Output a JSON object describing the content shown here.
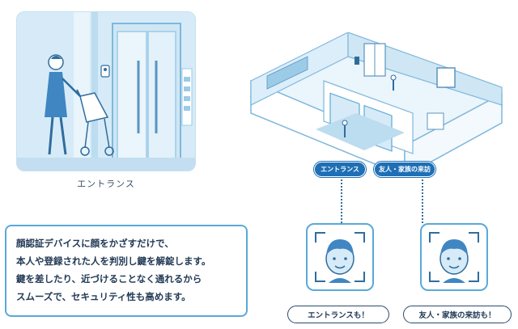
{
  "scene": {
    "caption": "エントランス"
  },
  "description": {
    "lines": [
      "顔認証デバイスに顔をかざすだけで、",
      "本人や登録された人を判別し鍵を解錠します。",
      "鍵を差したり、近づけることなく通れるから",
      "スムーズで、セキュリティ性も高めます。"
    ]
  },
  "tags": {
    "entrance": "エントランス",
    "visitor": "友人・家族の来訪"
  },
  "pills": {
    "entrance": "エントランスも！",
    "visitor": "友人・家族の来訪も！"
  },
  "colors": {
    "accent": "#1e6fb5",
    "frame": "#5aa9d8",
    "light_blue": "#d6ebf7"
  }
}
